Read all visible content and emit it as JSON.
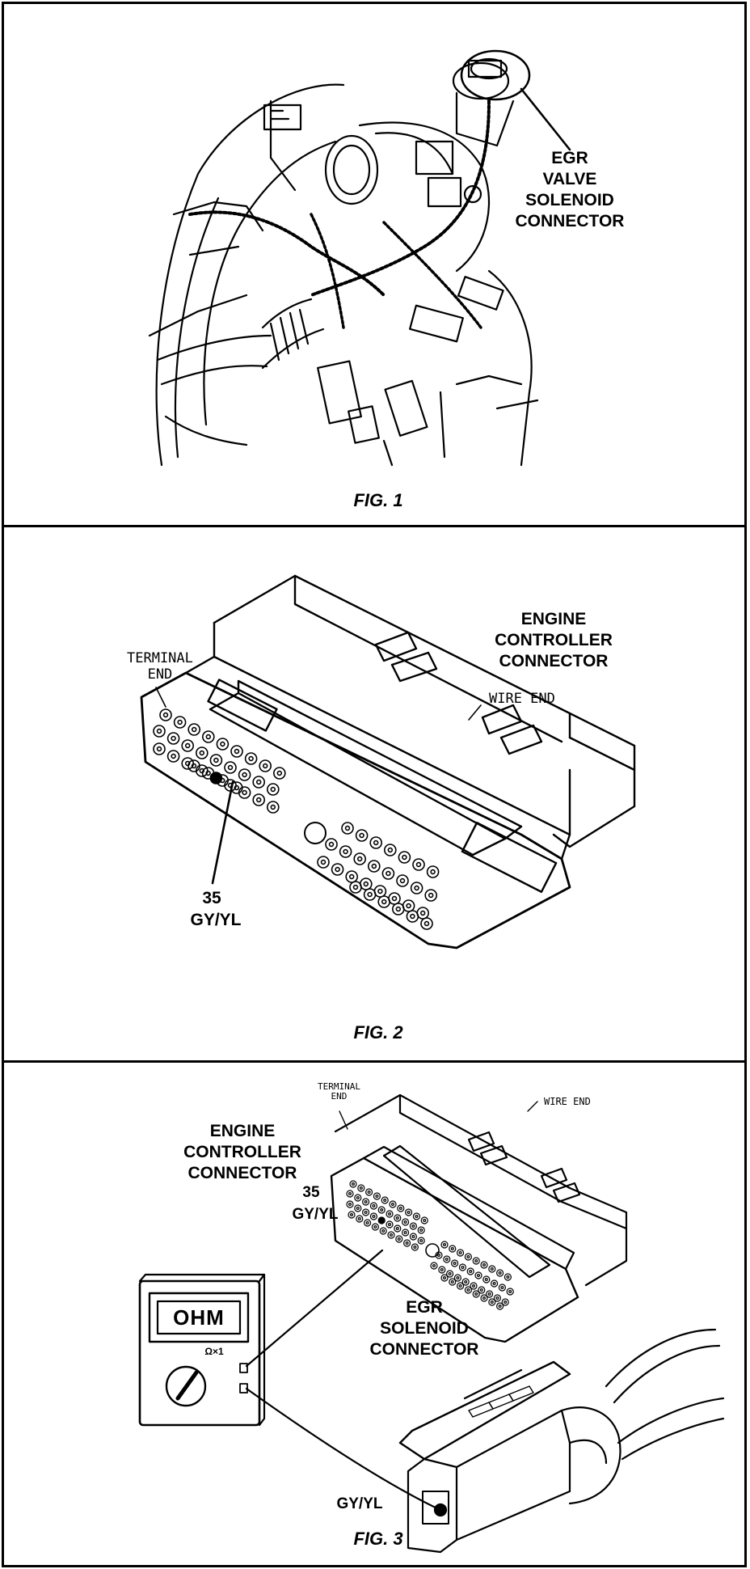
{
  "fig1": {
    "caption": "FIG. 1",
    "callout": "EGR\nVALVE\nSOLENOID\nCONNECTOR"
  },
  "fig2": {
    "caption": "FIG. 2",
    "title": "ENGINE\nCONTROLLER\nCONNECTOR",
    "terminal_end": "TERMINAL\nEND",
    "wire_end": "WIRE END",
    "pin_number": "35",
    "pin_color": "GY/YL"
  },
  "fig3": {
    "caption": "FIG. 3",
    "controller_title": "ENGINE\nCONTROLLER\nCONNECTOR",
    "terminal_end": "TERMINAL\nEND",
    "wire_end": "WIRE END",
    "pin_number": "35",
    "pin_color": "GY/YL",
    "meter_display": "OHM",
    "meter_range": "Ω×1",
    "solenoid_title": "EGR\nSOLENOID\nCONNECTOR",
    "solenoid_wire": "GY/YL"
  }
}
